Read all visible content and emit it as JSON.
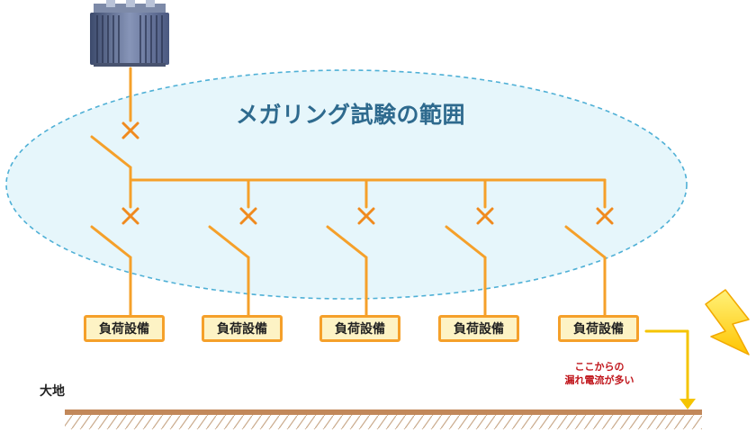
{
  "diagram": {
    "title": "メガリング試験の範囲",
    "load_label": "負荷設備",
    "ground_label": "大地",
    "leak_note_line1": "ここからの",
    "leak_note_line2": "漏れ電流が多い",
    "colors": {
      "wire": "#f5a02a",
      "cross": "#f08a1e",
      "switch": "#f5a02a",
      "ellipse_fill": "#e6f6fb",
      "ellipse_stroke": "#4fb0d6",
      "ground": "#c2885a",
      "lightning": "#ffd400",
      "note_text": "#c0151b",
      "title_text": "#2e6a8e"
    }
  }
}
